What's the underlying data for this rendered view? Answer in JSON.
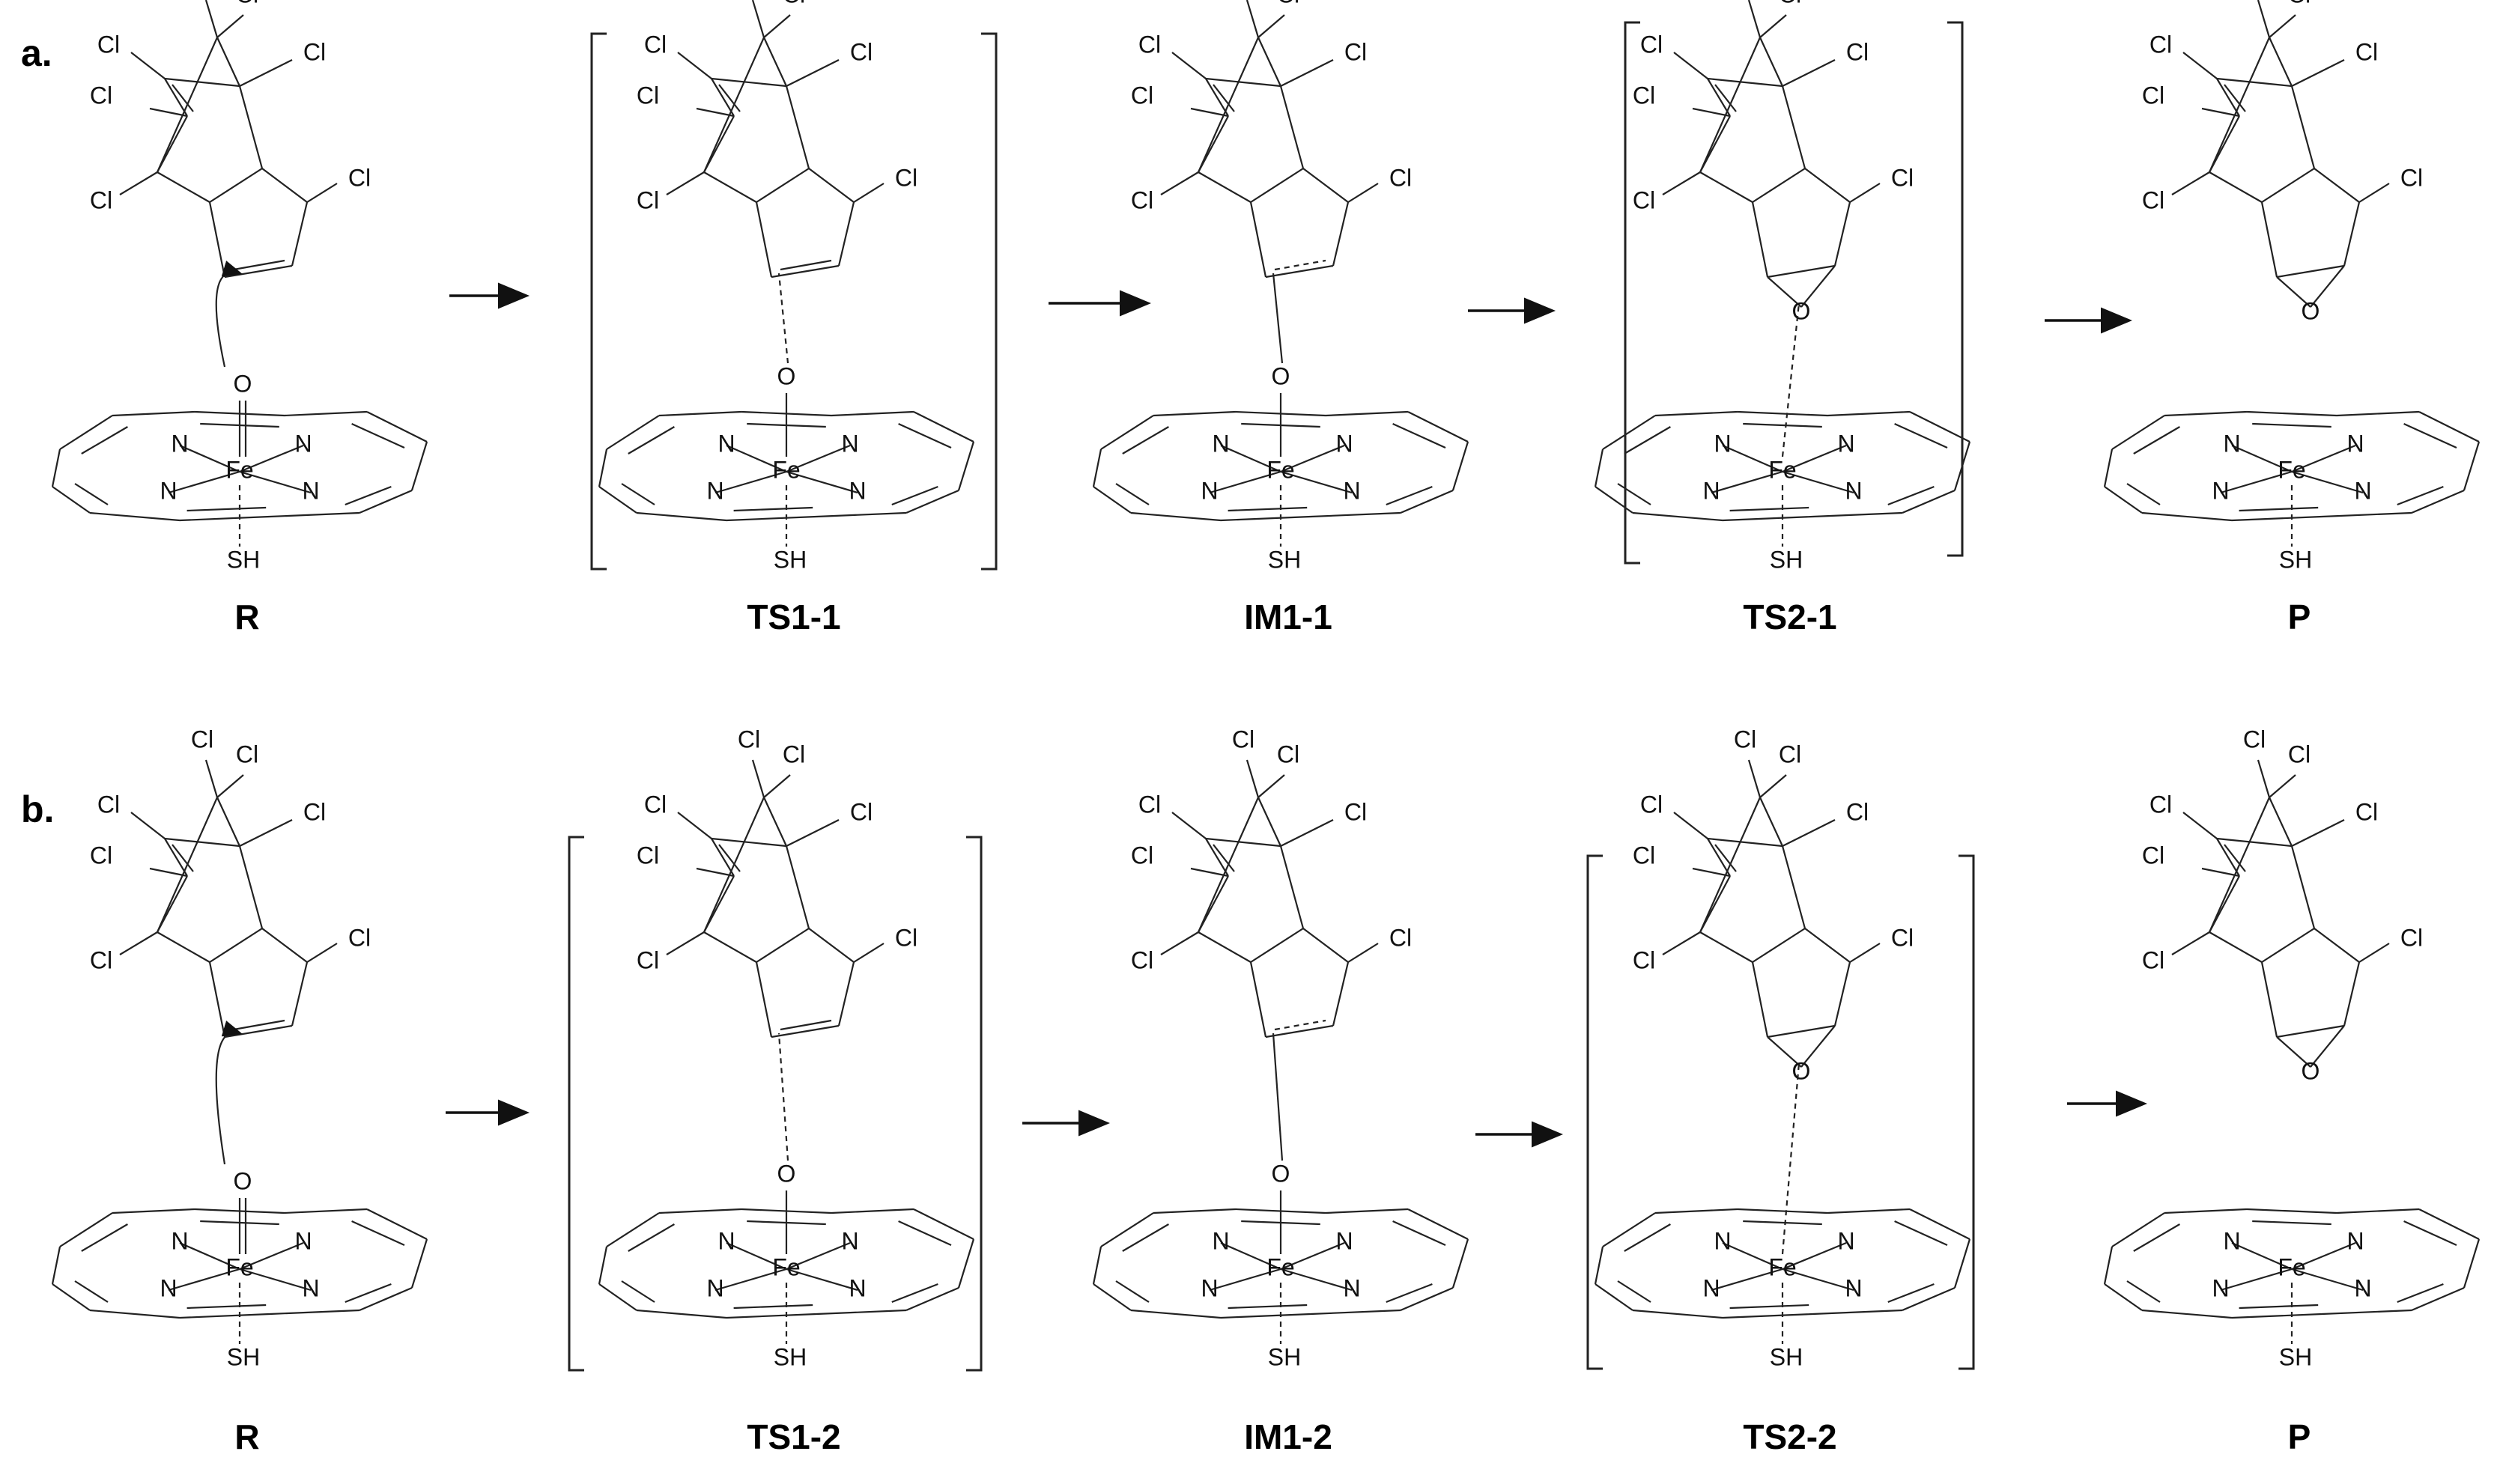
{
  "panels": [
    {
      "label": "a.",
      "species": [
        {
          "label": "R",
          "bracketed": false,
          "link": "oxo"
        },
        {
          "label": "TS1-1",
          "bracketed": true,
          "link": "ts1"
        },
        {
          "label": "IM1-1",
          "bracketed": false,
          "link": "im"
        },
        {
          "label": "TS2-1",
          "bracketed": true,
          "link": "ts2"
        },
        {
          "label": "P",
          "bracketed": false,
          "link": "product"
        }
      ]
    },
    {
      "label": "b.",
      "species": [
        {
          "label": "R",
          "bracketed": false,
          "link": "oxo"
        },
        {
          "label": "TS1-2",
          "bracketed": true,
          "link": "ts1"
        },
        {
          "label": "IM1-2",
          "bracketed": false,
          "link": "im"
        },
        {
          "label": "TS2-2",
          "bracketed": true,
          "link": "ts2"
        },
        {
          "label": "P",
          "bracketed": false,
          "link": "product"
        }
      ]
    }
  ],
  "atoms": {
    "chlorine": "Cl",
    "oxygen": "O",
    "iron": "Fe",
    "nitrogen": "N",
    "thiol": "SH"
  }
}
